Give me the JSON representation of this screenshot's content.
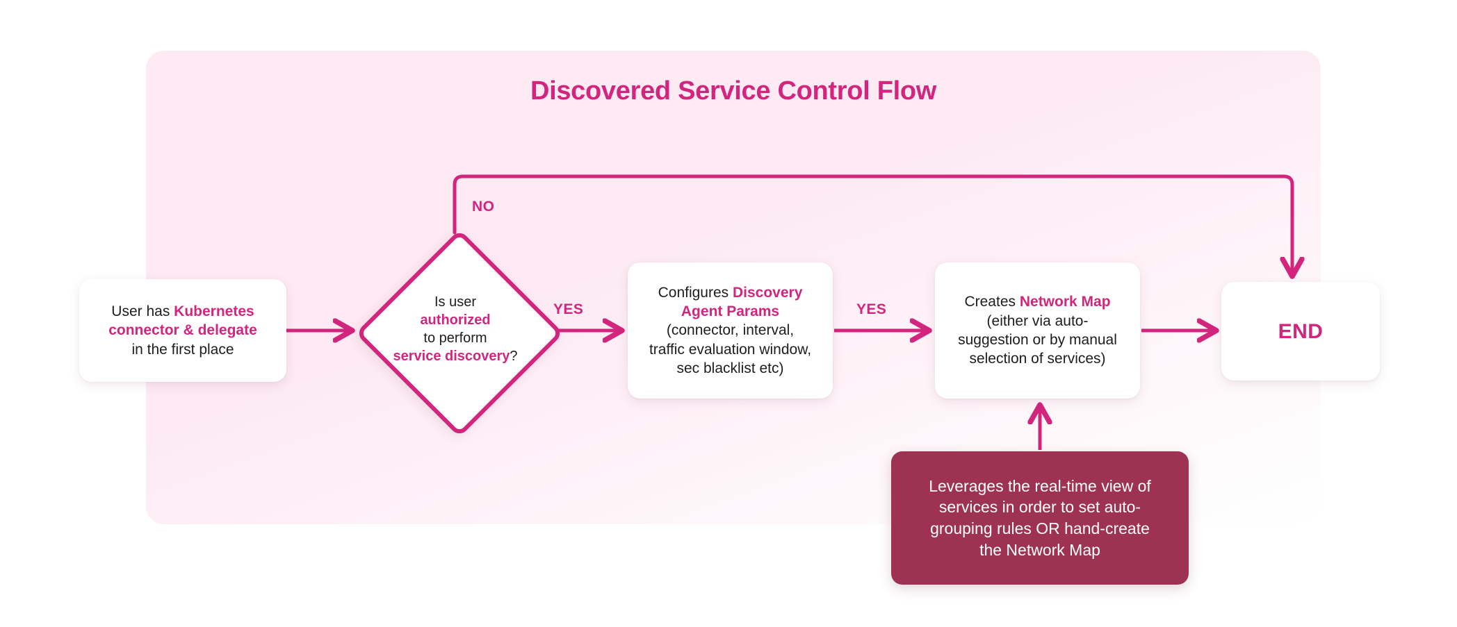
{
  "diagram": {
    "title": "Discovered Service Control Flow",
    "panel_background": "#fdeaf3",
    "accent_color": "#d2257e",
    "note_color": "#9e3253",
    "nodes": {
      "user": {
        "name": "User has Kubernetes connector & delegate in the first place",
        "line1_pre": "User has ",
        "line1_hl": "Kubernetes",
        "line2_hl": "connector & delegate",
        "line3": "in the first place"
      },
      "decision": {
        "name": "Is user authorized to perform service discovery?",
        "line1": "Is user",
        "line2_hl": "authorized",
        "line3": "to perform",
        "line4_hl": "service discovery",
        "line4_post": "?"
      },
      "config": {
        "name": "Configures Discovery Agent Params (connector, interval, traffic evaluation window, sec blacklist etc)",
        "line1_pre": "Configures ",
        "line1_hl": "Discovery",
        "line2_hl": "Agent Params",
        "line3": "(connector, interval,",
        "line4": "traffic evaluation window,",
        "line5": "sec blacklist etc)"
      },
      "netmap": {
        "name": "Creates Network Map (either via auto-suggestion or by manual selection of services)",
        "line1_pre": "Creates ",
        "line1_hl": "Network Map",
        "line2": "(either via auto-",
        "line3": "suggestion or by manual",
        "line4": "selection of services)"
      },
      "end": {
        "label": "END"
      },
      "note": {
        "line1": "Leverages the real-time view of",
        "line2": "services in order to set auto-",
        "line3": "grouping rules OR hand-create",
        "line4": "the Network Map"
      }
    },
    "edge_labels": {
      "no": "NO",
      "yes_1": "YES",
      "yes_2": "YES"
    }
  }
}
